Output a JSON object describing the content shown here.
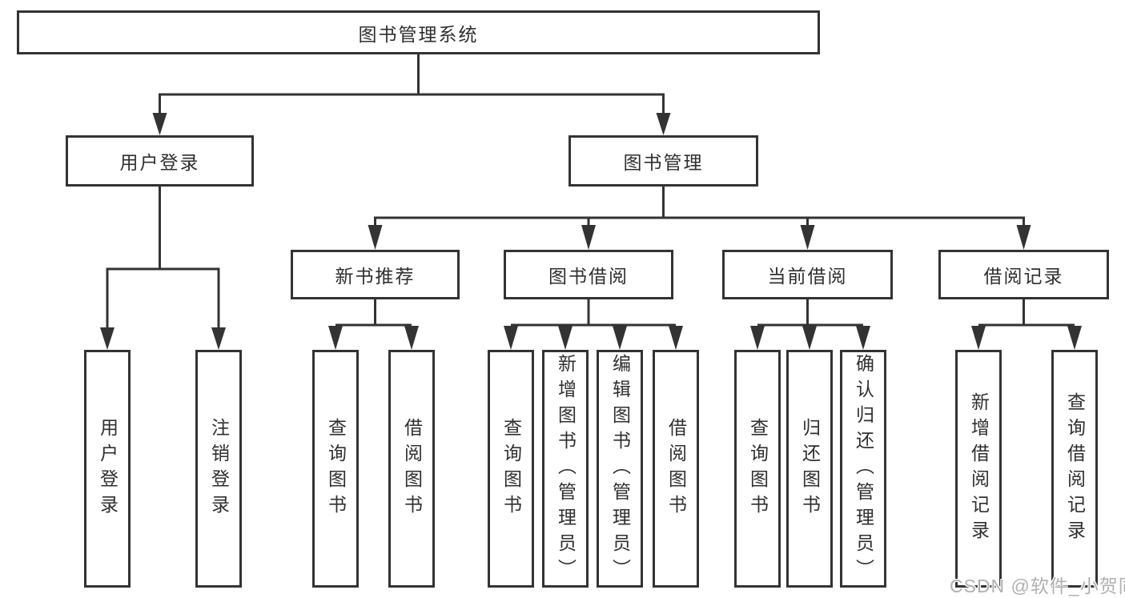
{
  "diagram": {
    "root": {
      "label": "图书管理系统"
    },
    "branches": [
      {
        "label": "用户登录",
        "children": [
          "用户登录",
          "注销登录"
        ]
      },
      {
        "label": "图书管理",
        "groups": [
          {
            "label": "新书推荐",
            "children": [
              "查询图书",
              "借阅图书"
            ]
          },
          {
            "label": "图书借阅",
            "children": [
              "查询图书",
              "新增图书（管理员）",
              "编辑图书（管理员）",
              "借阅图书"
            ]
          },
          {
            "label": "当前借阅",
            "children": [
              "查询图书",
              "归还图书",
              "确认归还（管理员）"
            ]
          },
          {
            "label": "借阅记录",
            "children": [
              "新增借阅记录",
              "查询借阅记录"
            ]
          }
        ]
      }
    ]
  },
  "watermark": {
    "text": "CSDN @软件_小贺同学"
  },
  "colors": {
    "line": "#333333",
    "box_border": "#333333",
    "box_background": "#ffffff",
    "text": "#2f2f2f",
    "watermark": "#b0b0b0"
  }
}
